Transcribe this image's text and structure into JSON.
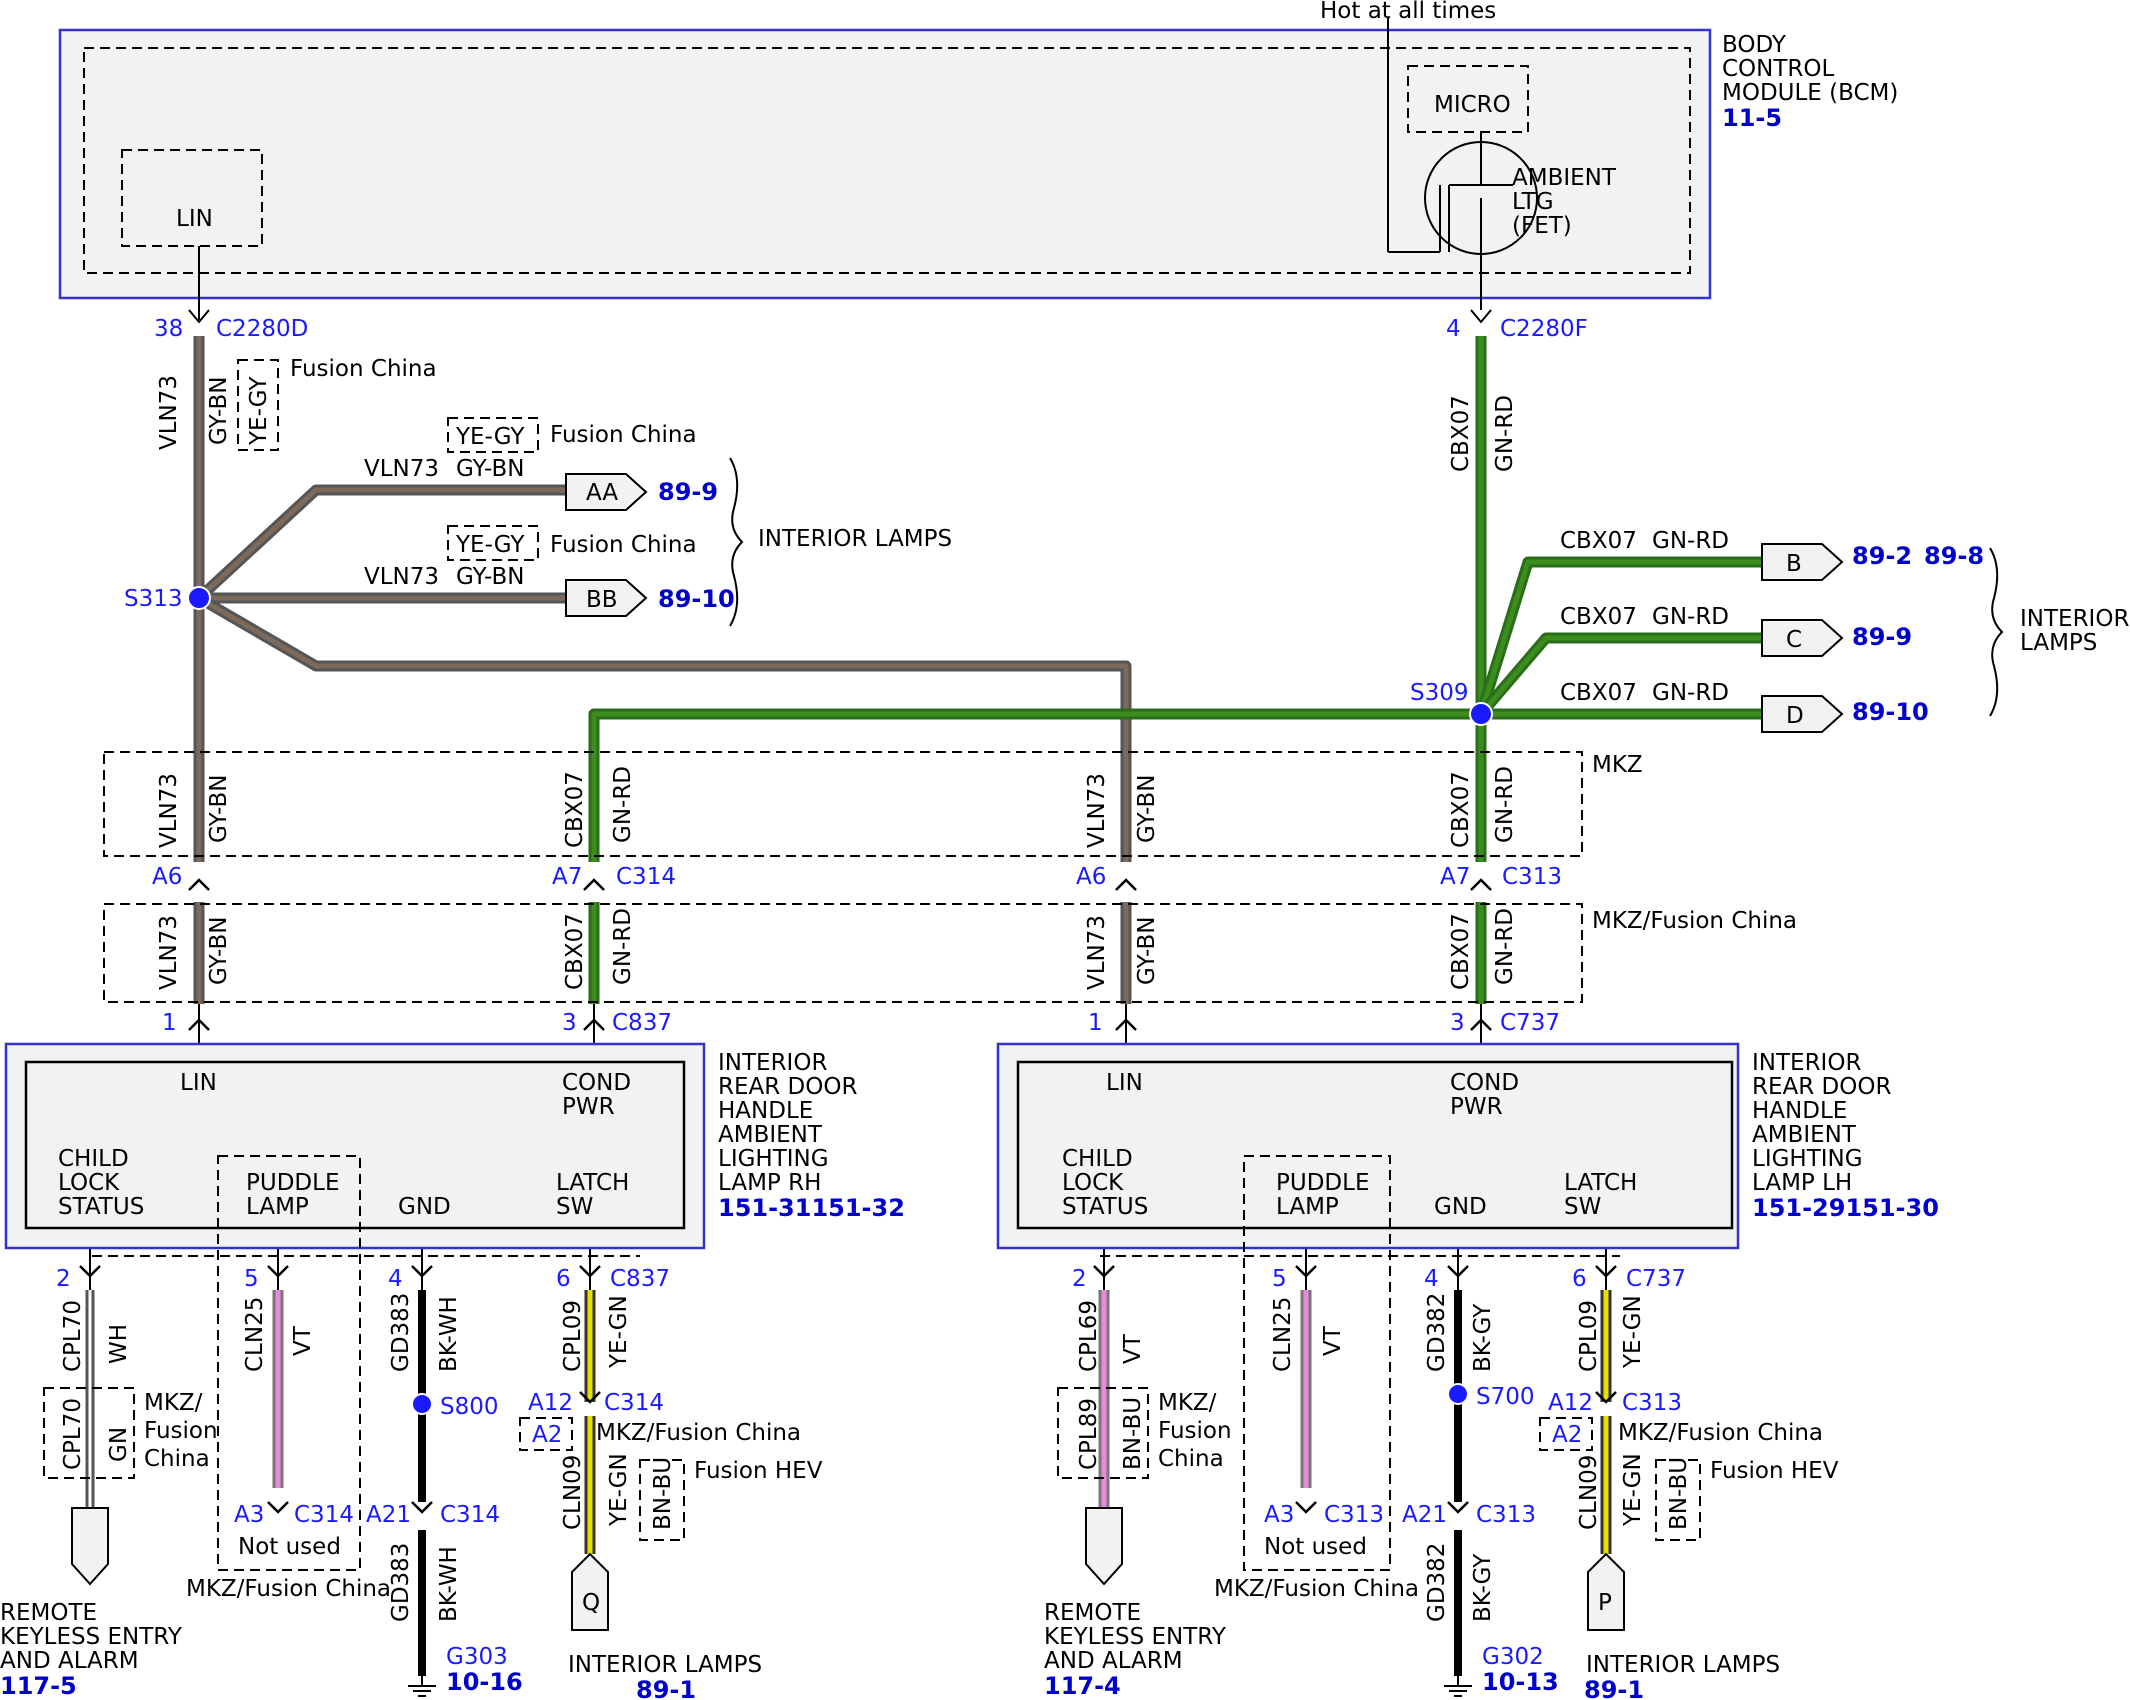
{
  "title_top": "Hot at all times",
  "bcm": {
    "label_lines": [
      "BODY",
      "CONTROL",
      "MODULE (BCM)"
    ],
    "ref": "11-5",
    "lin": "LIN",
    "micro": "MICRO",
    "fet_lines": [
      "AMBIENT",
      "LTG",
      "(FET)"
    ]
  },
  "connectors": {
    "c2280d_pin": "38",
    "c2280d": "C2280D",
    "c2280f_pin": "4",
    "c2280f": "C2280F",
    "c314": "C314",
    "c313": "C313",
    "c837": "C837",
    "c737": "C737",
    "a6": "A6",
    "a7": "A7",
    "p1": "1",
    "p3": "3",
    "p2": "2",
    "p5": "5",
    "p4": "4",
    "p6": "6",
    "a12": "A12",
    "a2": "A2",
    "a3": "A3",
    "a21": "A21"
  },
  "wires": {
    "vln73": "VLN73",
    "gy_bn": "GY-BN",
    "ye_gy": "YE-GY",
    "cbx07": "CBX07",
    "gn_rd": "GN-RD",
    "cpl70": "CPL70",
    "wh": "WH",
    "gn": "GN",
    "cln25": "CLN25",
    "vt": "VT",
    "gd383": "GD383",
    "bk_wh": "BK-WH",
    "cpl09": "CPL09",
    "ye_gn": "YE-GN",
    "cln09": "CLN09",
    "bn_bu": "BN-BU",
    "cpl69": "CPL69",
    "cpl89": "CPL89",
    "gd382": "GD382",
    "bk_gy": "BK-GY"
  },
  "labels": {
    "fusion_china": "Fusion China",
    "mkz": "MKZ",
    "mkz_fusion_china": "MKZ/Fusion China",
    "mkz_fc_lines": [
      "MKZ/",
      "Fusion",
      "China"
    ],
    "fusion_hev": "Fusion HEV",
    "not_used": "Not used",
    "interior_lamps": "INTERIOR LAMPS",
    "interior_lamps_lines": [
      "INTERIOR",
      "LAMPS"
    ],
    "remote_lines": [
      "REMOTE",
      "KEYLESS ENTRY",
      "AND ALARM"
    ]
  },
  "splices": {
    "s313": "S313",
    "s309": "S309",
    "s800": "S800",
    "s700": "S700"
  },
  "grounds": {
    "g303": "G303",
    "g303_ref": "10-16",
    "g302": "G302",
    "g302_ref": "10-13"
  },
  "offpage": {
    "aa": "AA",
    "aa_ref": "89-9",
    "bb": "BB",
    "bb_ref": "89-10",
    "b": "B",
    "b_ref1": "89-2",
    "b_ref2": "89-8",
    "c": "C",
    "c_ref": "89-9",
    "d": "D",
    "d_ref": "89-10",
    "q": "Q",
    "p": "P",
    "remote_rh_ref": "117-5",
    "remote_lh_ref": "117-4",
    "lamps_ref": "89-1"
  },
  "rh_module": {
    "label_lines": [
      "INTERIOR",
      "REAR DOOR",
      "HANDLE",
      "AMBIENT",
      "LIGHTING",
      "LAMP RH"
    ],
    "ref": "151-31151-32",
    "lin": "LIN",
    "cond_lines": [
      "COND",
      "PWR"
    ],
    "child_lines": [
      "CHILD",
      "LOCK",
      "STATUS"
    ],
    "puddle_lines": [
      "PUDDLE",
      "LAMP"
    ],
    "gnd": "GND",
    "latch_lines": [
      "LATCH",
      "SW"
    ]
  },
  "lh_module": {
    "label_lines": [
      "INTERIOR",
      "REAR DOOR",
      "HANDLE",
      "AMBIENT",
      "LIGHTING",
      "LAMP LH"
    ],
    "ref": "151-29151-30",
    "lin": "LIN",
    "cond_lines": [
      "COND",
      "PWR"
    ],
    "child_lines": [
      "CHILD",
      "LOCK",
      "STATUS"
    ],
    "puddle_lines": [
      "PUDDLE",
      "LAMP"
    ],
    "gnd": "GND",
    "latch_lines": [
      "LATCH",
      "SW"
    ]
  },
  "colors": {
    "gy_bn_outer": "#555555",
    "gy_bn_inner": "#7d6a5a",
    "gn_rd_outer": "#2a6e1a",
    "gn_rd_inner": "#3c8c1e",
    "violet": "#e889e0",
    "yellow": "#e8e000",
    "splice": "#1a1aff",
    "blue_text": "#1a1aff"
  }
}
